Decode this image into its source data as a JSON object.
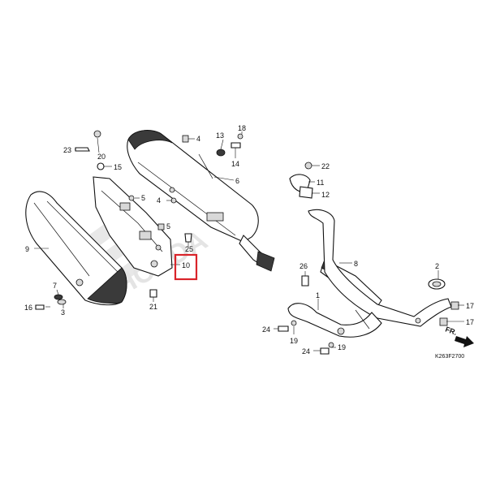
{
  "diagram": {
    "code": "K263F2700",
    "front_label": "FR.",
    "brand_watermark": "HONDA",
    "highlight_color": "#d9232a",
    "callouts": {
      "p1": "1",
      "p2": "2",
      "p3": "3",
      "p4a": "4",
      "p4b": "4",
      "p5a": "5",
      "p5b": "5",
      "p6": "6",
      "p7": "7",
      "p8": "8",
      "p9": "9",
      "p10": "10",
      "p11": "11",
      "p12": "12",
      "p13": "13",
      "p14": "14",
      "p15": "15",
      "p16": "16",
      "p17a": "17",
      "p17b": "17",
      "p18": "18",
      "p19a": "19",
      "p19b": "19",
      "p20": "20",
      "p21": "21",
      "p22": "22",
      "p23": "23",
      "p24a": "24",
      "p24b": "24",
      "p25": "25",
      "p26": "26"
    }
  }
}
